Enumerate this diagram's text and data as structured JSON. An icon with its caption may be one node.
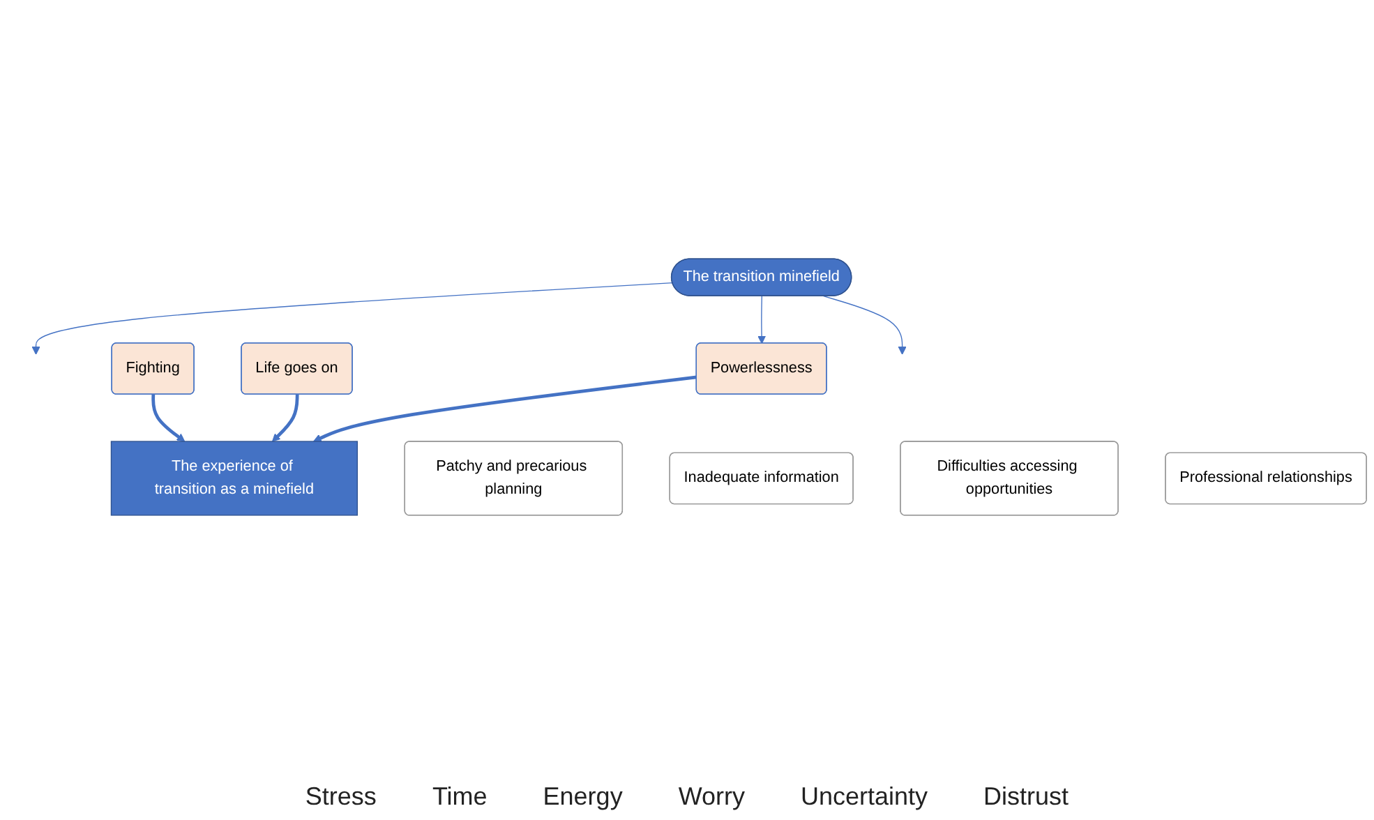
{
  "diagram": {
    "nodes": [
      {
        "text": [
          "The transition minefield"
        ]
      },
      {
        "text": [
          "Powerlessness"
        ]
      },
      {
        "text": [
          "Patchy and precarious planning"
        ]
      },
      {
        "text": [
          "Inadequate information"
        ]
      },
      {
        "text": [
          "Difficulties accessing opportunities"
        ]
      },
      {
        "text": [
          "Professional relationships"
        ]
      },
      {
        "text": [
          "Fighting"
        ]
      },
      {
        "text": [
          "The experience of transition as a minefield"
        ]
      },
      {
        "text": [
          "Life goes on"
        ]
      }
    ],
    "edges": [
      {
        "from": 0,
        "to": null,
        "arrow": "to"
      },
      {
        "from": 0,
        "to": 1,
        "arrow": "to"
      },
      {
        "from": 0,
        "to": null,
        "arrow": "to"
      },
      {
        "from": 1,
        "to": 7,
        "arrow": "to",
        "style": "thick"
      },
      {
        "from": 6,
        "to": 7,
        "arrow": "to",
        "style": "thick"
      },
      {
        "from": 8,
        "to": 7,
        "arrow": "to",
        "style": "thick"
      }
    ],
    "labels": [
      "Stress",
      "Time",
      "Energy",
      "Worry",
      "Uncertainty",
      "Distrust"
    ]
  }
}
